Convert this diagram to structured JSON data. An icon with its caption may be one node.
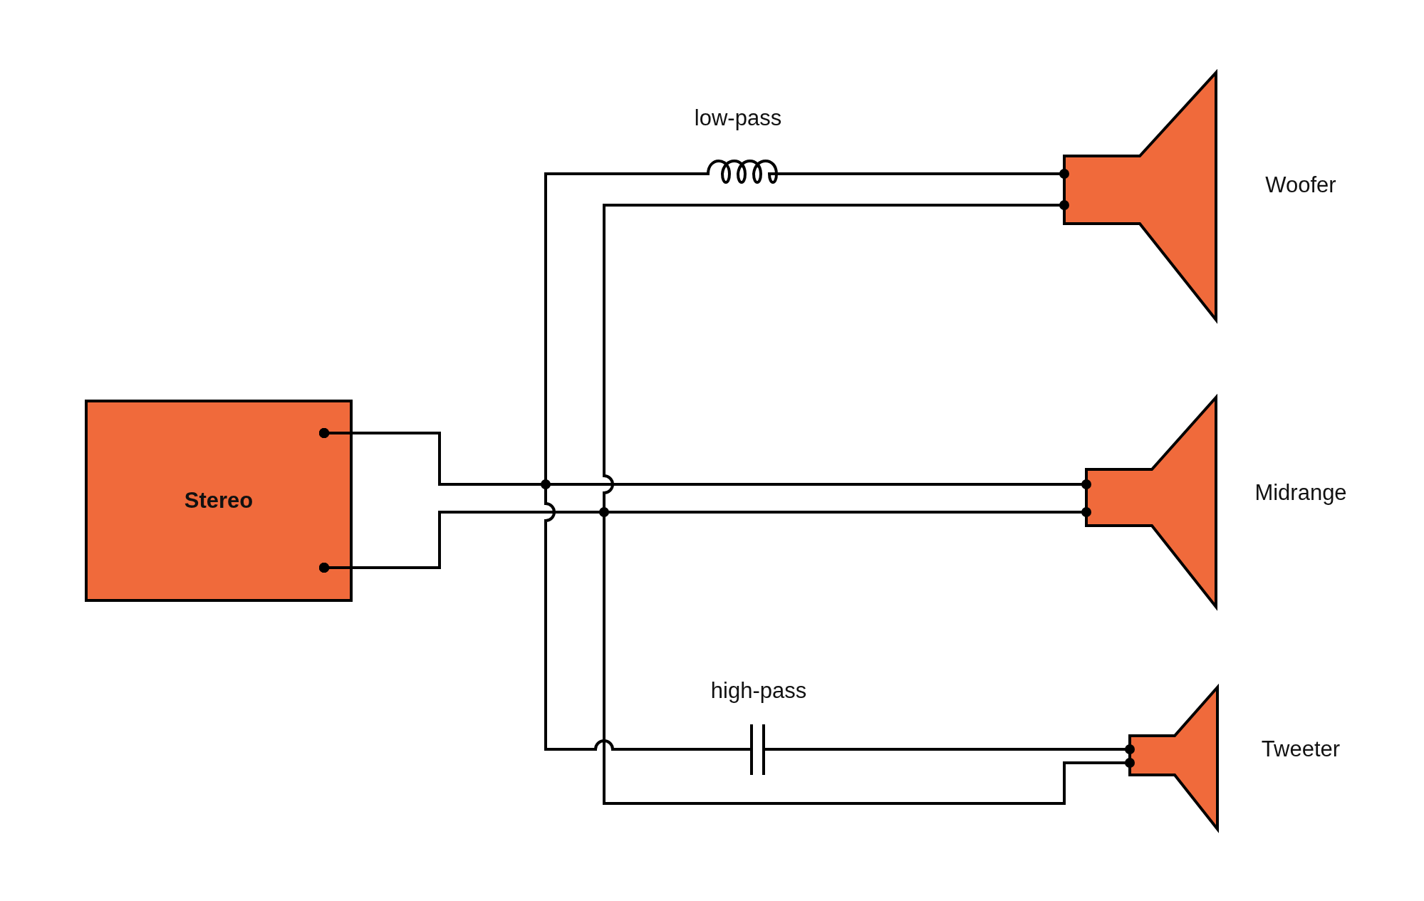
{
  "diagram": {
    "nodes": [
      {
        "text": [
          "Stereo"
        ]
      },
      {
        "text": [
          "low-pass"
        ]
      },
      {
        "text": [
          "Woofer"
        ]
      },
      {
        "text": [
          "Midrange"
        ]
      },
      {
        "text": [
          "high-pass"
        ]
      },
      {
        "text": [
          "Tweeter"
        ]
      }
    ],
    "edges": [
      {
        "from": 0,
        "to": 1,
        "arrow": "other"
      },
      {
        "from": 1,
        "to": 2,
        "arrow": "other"
      },
      {
        "from": 0,
        "to": 2,
        "arrow": "other"
      },
      {
        "from": 0,
        "to": 3,
        "arrow": "other"
      },
      {
        "from": 0,
        "to": 3,
        "arrow": "other"
      },
      {
        "from": 0,
        "to": 4,
        "arrow": "other"
      },
      {
        "from": 4,
        "to": 5,
        "arrow": "other"
      },
      {
        "from": 0,
        "to": 5,
        "arrow": "other"
      }
    ]
  }
}
